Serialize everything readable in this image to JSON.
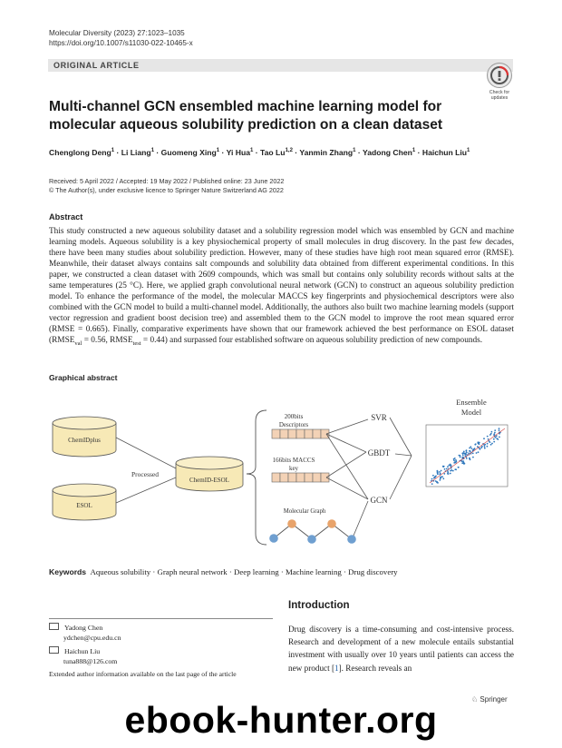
{
  "journal": {
    "citation": "Molecular Diversity (2023) 27:1023–1035",
    "doi": "https://doi.org/10.1007/s11030-022-10465-x"
  },
  "article_type": "ORIGINAL ARTICLE",
  "update_badge": {
    "label_line1": "Check for",
    "label_line2": "updates"
  },
  "title": "Multi-channel GCN ensembled machine learning model for molecular aqueous solubility prediction on a clean dataset",
  "authors": [
    {
      "name": "Chenglong Deng",
      "aff": "1"
    },
    {
      "name": "Li Liang",
      "aff": "1"
    },
    {
      "name": "Guomeng Xing",
      "aff": "1"
    },
    {
      "name": "Yi Hua",
      "aff": "1"
    },
    {
      "name": "Tao Lu",
      "aff": "1,2"
    },
    {
      "name": "Yanmin Zhang",
      "aff": "1"
    },
    {
      "name": "Yadong Chen",
      "aff": "1"
    },
    {
      "name": "Haichun Liu",
      "aff": "1"
    }
  ],
  "author_separator": " · ",
  "dates": "Received: 5 April 2022 / Accepted: 19 May 2022 / Published online: 23 June 2022",
  "copyright": "© The Author(s), under exclusive licence to Springer Nature Switzerland AG 2022",
  "abstract": {
    "heading": "Abstract",
    "text_main": "This study constructed a new aqueous solubility dataset and a solubility regression model which was ensembled by GCN and machine learning models. Aqueous solubility is a key physiochemical property of small molecules in drug discovery. In the past few decades, there have been many studies about solubility prediction. However, many of these studies have high root mean squared error (RMSE). Meanwhile, their dataset always contains salt compounds and solubility data obtained from different experimental conditions. In this paper, we constructed a clean dataset with 2609 compounds, which was small but contains only solubility records without salts at the same temperatures (25 °C). Here, we applied graph convolutional neural network (GCN) to construct an aqueous solubility prediction model. To enhance the performance of the model, the molecular MACCS key fingerprints and physiochemical descriptors were also combined with the GCN model to build a multi-channel model. Additionally, the authors also built two machine learning models (support vector regression and gradient boost decision tree) and assembled them to the GCN model to improve the root mean squared error (RMSE = 0.665). Finally, comparative experiments have shown that our framework achieved the best performance on ESOL dataset (RMSE",
    "sub_val": "val",
    "text_mid1": " = 0.56, RMSE",
    "sub_test": "test",
    "text_end": " = 0.44) and surpassed four established software on aqueous solubility prediction of new compounds."
  },
  "graphical_abstract": {
    "heading": "Graphical abstract",
    "db1": "ChemIDplus",
    "db2": "ESOL",
    "processed": "Processed",
    "merged": "ChemID-ESOL",
    "desc_line1": "200bits",
    "desc_line2": "Descriptors",
    "maccs_line1": "166bits MACCS",
    "maccs_line2": "key",
    "mol_graph": "Molecular Graph",
    "svr": "SVR",
    "gbdt": "GBDT",
    "gcn": "GCN",
    "ensemble_line1": "Ensemble",
    "ensemble_line2": "Model"
  },
  "keywords": {
    "label": "Keywords",
    "items": [
      "Aqueous solubility",
      "Graph neural network",
      "Deep learning",
      "Machine learning",
      "Drug discovery"
    ]
  },
  "contacts": [
    {
      "name": "Yadong Chen",
      "email": "ydchen@cpu.edu.cn"
    },
    {
      "name": "Haichun Liu",
      "email": "tuna888@126.com"
    }
  ],
  "extended_info": "Extended author information available on the last page of the article",
  "introduction": {
    "heading": "Introduction",
    "text_a": "Drug discovery is a time-consuming and cost-intensive process. Research and development of a new molecule entails substantial investment with usually over 10 years until patients can access the new product [",
    "ref": "1",
    "text_b": "]. Research reveals an"
  },
  "publisher": "Springer",
  "watermark": "ebook-hunter.org",
  "colors": {
    "db_fill": "#f7e9b6",
    "feature_fill": "#f3d2b6",
    "node_orange": "#e8a36a",
    "node_blue": "#6f9fd0",
    "scatter": "#2f78bd"
  }
}
